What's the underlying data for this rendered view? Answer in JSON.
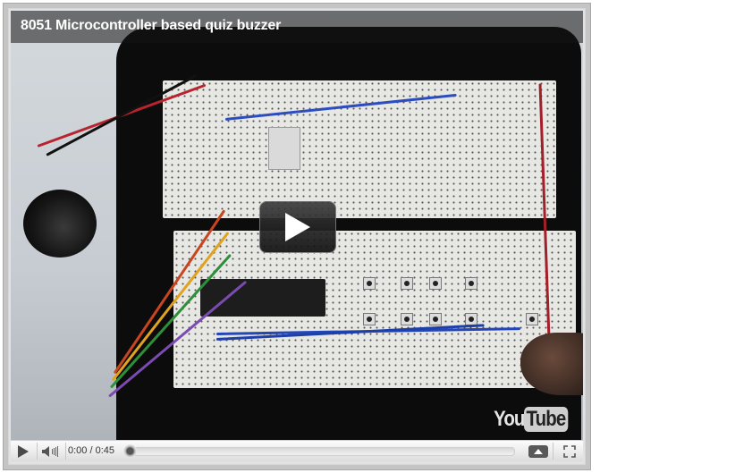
{
  "video": {
    "title": "8051 Microcontroller based quiz buzzer",
    "play_overlay_icon": "play-icon",
    "brand": {
      "you": "You",
      "tube": "Tube"
    }
  },
  "controls": {
    "play_icon": "play-icon",
    "volume_icon": "speaker-icon",
    "current_time": "0:00",
    "duration": "0:45",
    "time_display": "0:00 / 0:45",
    "progress_percent": 0,
    "more_icon": "chevron-up-icon",
    "fullscreen_icon": "fullscreen-icon"
  },
  "colors": {
    "frame": "#c4c4c4",
    "control_bar": "#ececec",
    "title_text": "#ffffff",
    "more_button": "#595959"
  }
}
